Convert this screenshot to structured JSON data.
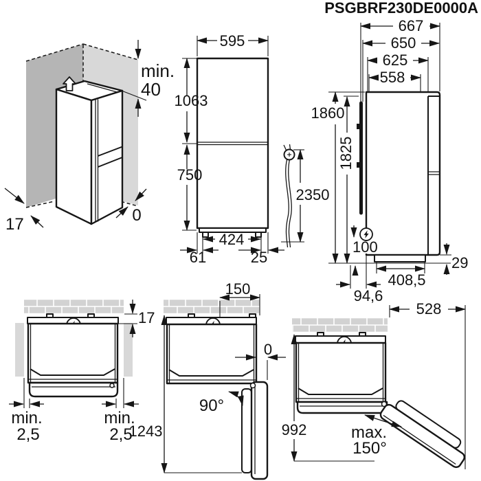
{
  "header": {
    "product_code": "PSGBRF230DE0000A"
  },
  "corner_view": {
    "top_clearance_label": "min.",
    "top_clearance_value": "40",
    "rear_gap": "17",
    "side_gap": "0"
  },
  "front_view": {
    "width": "595",
    "upper_section_height": "1063",
    "lower_section_height": "750",
    "feet_spacing": "424",
    "left_foot_offset": "61",
    "right_foot_offset": "25"
  },
  "power_cord": {
    "length": "2350"
  },
  "side_view": {
    "depth_incl_wall_gap": "667",
    "depth_incl_door": "650",
    "depth_incl_hinges": "625",
    "depth_cabinet": "558",
    "height_total": "1860",
    "height_door": "1825",
    "socket_height": "100",
    "base_recess_depth": "408,5",
    "base_height": "29",
    "socket_offset": "94,6"
  },
  "top_view_closed": {
    "rear_wall_gap": "17",
    "side_clearance_label": "min.",
    "side_clearance_value": "2,5"
  },
  "top_view_door_90": {
    "socket_distance": "150",
    "side_flush_gap": "0",
    "opening_angle": "90°",
    "depth_door_open": "1243"
  },
  "top_view_door_150": {
    "door_swing_width": "528",
    "depth_door_open": "992",
    "max_label": "max.",
    "max_angle": "150°"
  },
  "icons": {
    "power_symbol": "circle-lightning-bolt",
    "plug": "mains-plug",
    "levelling_arrow": "up-arrow"
  }
}
